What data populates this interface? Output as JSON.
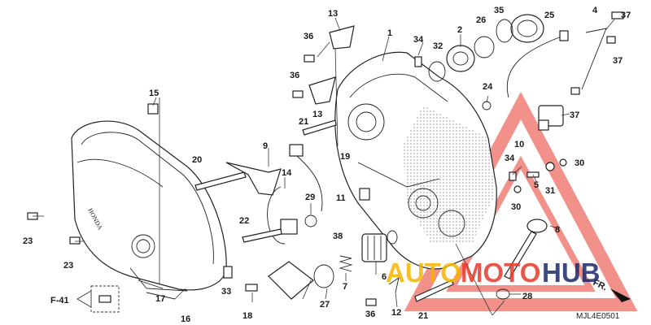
{
  "callouts": {
    "p1": "1",
    "p2": "2",
    "p4": "4",
    "p5": "5",
    "p6": "6",
    "p7": "7",
    "p8": "8",
    "p9": "9",
    "p10": "10",
    "p11": "11",
    "p12": "12",
    "p13a": "13",
    "p13b": "13",
    "p14": "14",
    "p15": "15",
    "p16": "16",
    "p17": "17",
    "p18": "18",
    "p19": "19",
    "p20": "20",
    "p21a": "21",
    "p21b": "21",
    "p22": "22",
    "p23a": "23",
    "p23b": "23",
    "p24": "24",
    "p25": "25",
    "p26": "26",
    "p27": "27",
    "p28": "28",
    "p29": "29",
    "p30a": "30",
    "p30b": "30",
    "p31": "31",
    "p32": "32",
    "p33": "33",
    "p34a": "34",
    "p34b": "34",
    "p35": "35",
    "p36a": "36",
    "p36b": "36",
    "p36c": "36",
    "p37a": "37",
    "p37b": "37",
    "p37c": "37",
    "p38": "38"
  },
  "ref_label": "F-41",
  "direction_label": "FR.",
  "diagram_code": "MJL4E0501",
  "cover_emblem": "HONDA",
  "watermark": {
    "word_a": "AUTO",
    "word_b": "MOTO",
    "word_c": "HUB",
    "color_a": "#f5b400",
    "color_b": "#e8392b",
    "color_c": "#1b2a6b",
    "triangle_color": "#e8392b"
  }
}
